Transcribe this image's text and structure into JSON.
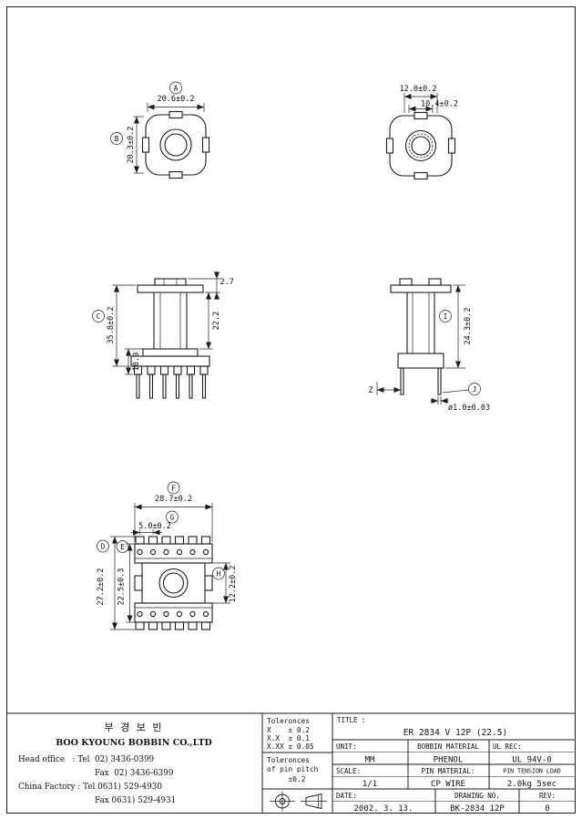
{
  "sheet": {
    "bg": "#ffffff",
    "line_color": "#1c1c1c"
  },
  "views": {
    "top": {
      "label_a": "A",
      "dim_width": "20.6±0.2",
      "label_b": "B",
      "dim_height": "20.3±0.2"
    },
    "top_right": {
      "dim_outer": "12.0±0.2",
      "dim_inner": "10.4±0.2"
    },
    "front": {
      "label_c": "C",
      "dim_total_height": "35.8±0.2",
      "dim_flange": "2.7",
      "dim_winding": "22.2",
      "dim_base": "10.9"
    },
    "side": {
      "label_i": "I",
      "dim_height": "24.3±0.2",
      "label_j": "J",
      "dim_pin_dia": "ø1.0±0.03",
      "dim_z": "Z"
    },
    "bottom": {
      "label_f": "F",
      "dim_width": "28.7±0.2",
      "label_g": "G",
      "dim_pitch": "5.0±0.2",
      "label_d": "D",
      "dim_overall": "27.2±0.2",
      "label_e": "E",
      "dim_span": "22.5±0.3",
      "label_h": "H",
      "dim_mid": "12.2±0.2"
    }
  },
  "title_block": {
    "company_kr": "부 경 보 빈",
    "company_en": "BOO KYOUNG BOBBIN CO.,LTD",
    "head_office_tel": "Head office   : Tel  02) 3436-0399",
    "head_office_fax": "Fax  02) 3436-6399",
    "china_factory_tel": "China Factory : Tel 0631) 529-4930",
    "china_factory_fax": "Fax 0631) 529-4931",
    "tolerances": {
      "title": "Toleronces",
      "x": "X    ± 0.2",
      "xx": "X.X  ± 0.1",
      "xxx": "X.XX ± 0.05",
      "pitch_title": "Toleronces",
      "pitch_sub": "of pin pitch",
      "pitch_val": "±0.2"
    },
    "title_label": "TITLE :",
    "title_value": "ER 2834 V 12P (22.5)",
    "unit_label": "UNIT:",
    "unit_value": "MM",
    "bobbin_material_label": "BOBBIN MATERIAL",
    "bobbin_material_value": "PHENOL",
    "ul_label": "UL REC:",
    "ul_value": "UL 94V-0",
    "scale_label": "SCALE:",
    "scale_value": "1/1",
    "pin_material_label": "PIN MATERIAL:",
    "pin_material_value": "CP WIRE",
    "pin_tension_label": "PIN TENSION LOAD",
    "pin_tension_value": "2.0kg 5sec",
    "date_label": "DATE:",
    "date_value": "2002. 3. 13.",
    "drawing_label": "DRAWING NO.",
    "drawing_value": "BK-2834 12P",
    "rev_label": "REV:",
    "rev_value": "0"
  }
}
